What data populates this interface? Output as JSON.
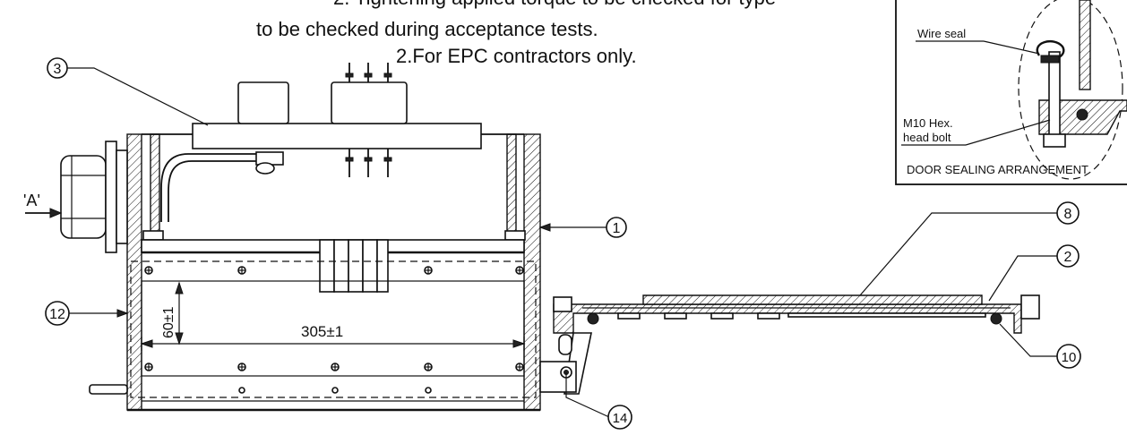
{
  "notes": {
    "line1_fragment": "2. Tightening applied torque to be checked for type",
    "line2": "to be checked during acceptance tests.",
    "line3": "2.For EPC contractors only."
  },
  "detail": {
    "title": "DOOR SEALING ARRANGEMENT",
    "wire_seal_label": "Wire seal",
    "bolt_label_line1": "M10 Hex.",
    "bolt_label_line2": "head bolt"
  },
  "view_label": "'A'",
  "dimensions": {
    "width": "305±1",
    "height": "60±1"
  },
  "balloons": {
    "b1": "1",
    "b2": "2",
    "b3": "3",
    "b8": "8",
    "b10": "10",
    "b12": "12",
    "b14": "14"
  }
}
